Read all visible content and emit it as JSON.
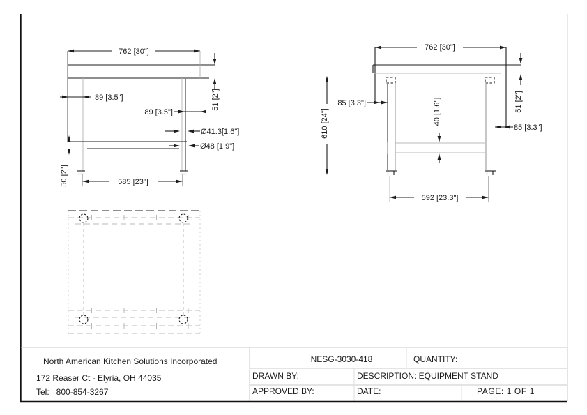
{
  "drawing": {
    "front_view": {
      "dim_width": "762 [30\"]",
      "dim_leg_inset_left": "89 [3.5\"]",
      "dim_leg_inset_right": "89 [3.5\"]",
      "dim_leg_diameter": "Ø41.3[1.6\"]",
      "dim_shelf_tube_diameter": "Ø48 [1.9\"]",
      "dim_top_thickness": "51 [2\"]",
      "dim_shelf_tube_height": "50 [2\"]",
      "dim_leg_spacing": "585 [23\"]"
    },
    "side_view": {
      "dim_width": "762 [30\"]",
      "dim_leg_inset_left": "85 [3.3\"]",
      "dim_leg_inset_right": "85 [3.3\"]",
      "dim_rail_width": "40 [1.6\"]",
      "dim_top_thickness": "51 [2\"]",
      "dim_height": "610 [24\"]",
      "dim_leg_spacing": "592 [23.3\"]"
    }
  },
  "title_block": {
    "company_name": "North American Kitchen Solutions Incorporated",
    "company_address": "172 Reaser Ct - Elyria, OH 44035",
    "company_phone": "Tel:   800-854-3267",
    "part_number": "NESG-3030-418",
    "quantity_label": "QUANTITY:",
    "drawn_by_label": "DRAWN BY:",
    "description": "DESCRIPTION: EQUIPMENT STAND",
    "approved_by_label": "APPROVED BY:",
    "date_label": "DATE:",
    "page_label": "PAGE: 1 OF 1"
  }
}
